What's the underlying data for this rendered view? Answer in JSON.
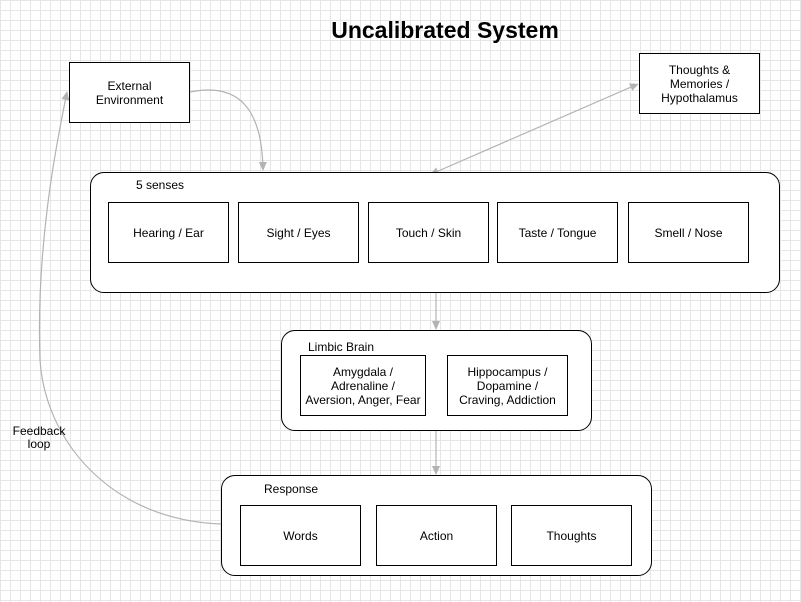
{
  "title": "Uncalibrated System",
  "external": "External\nEnvironment",
  "thoughts": "Thoughts &\nMemories /\nHypothalamus",
  "senses": {
    "label": "5 senses",
    "items": [
      "Hearing / Ear",
      "Sight / Eyes",
      "Touch / Skin",
      "Taste / Tongue",
      "Smell / Nose"
    ]
  },
  "limbic": {
    "label": "Limbic Brain",
    "items": [
      "Amygdala /\nAdrenaline /\nAversion, Anger, Fear",
      "Hippocampus /\nDopamine /\nCraving, Addiction"
    ]
  },
  "response": {
    "label": "Response",
    "items": [
      "Words",
      "Action",
      "Thoughts"
    ]
  },
  "feedback": "Feedback\nloop",
  "colors": {
    "line": "#000000",
    "arrow": "#b3b3b3",
    "grid": "#e6e6e6"
  }
}
